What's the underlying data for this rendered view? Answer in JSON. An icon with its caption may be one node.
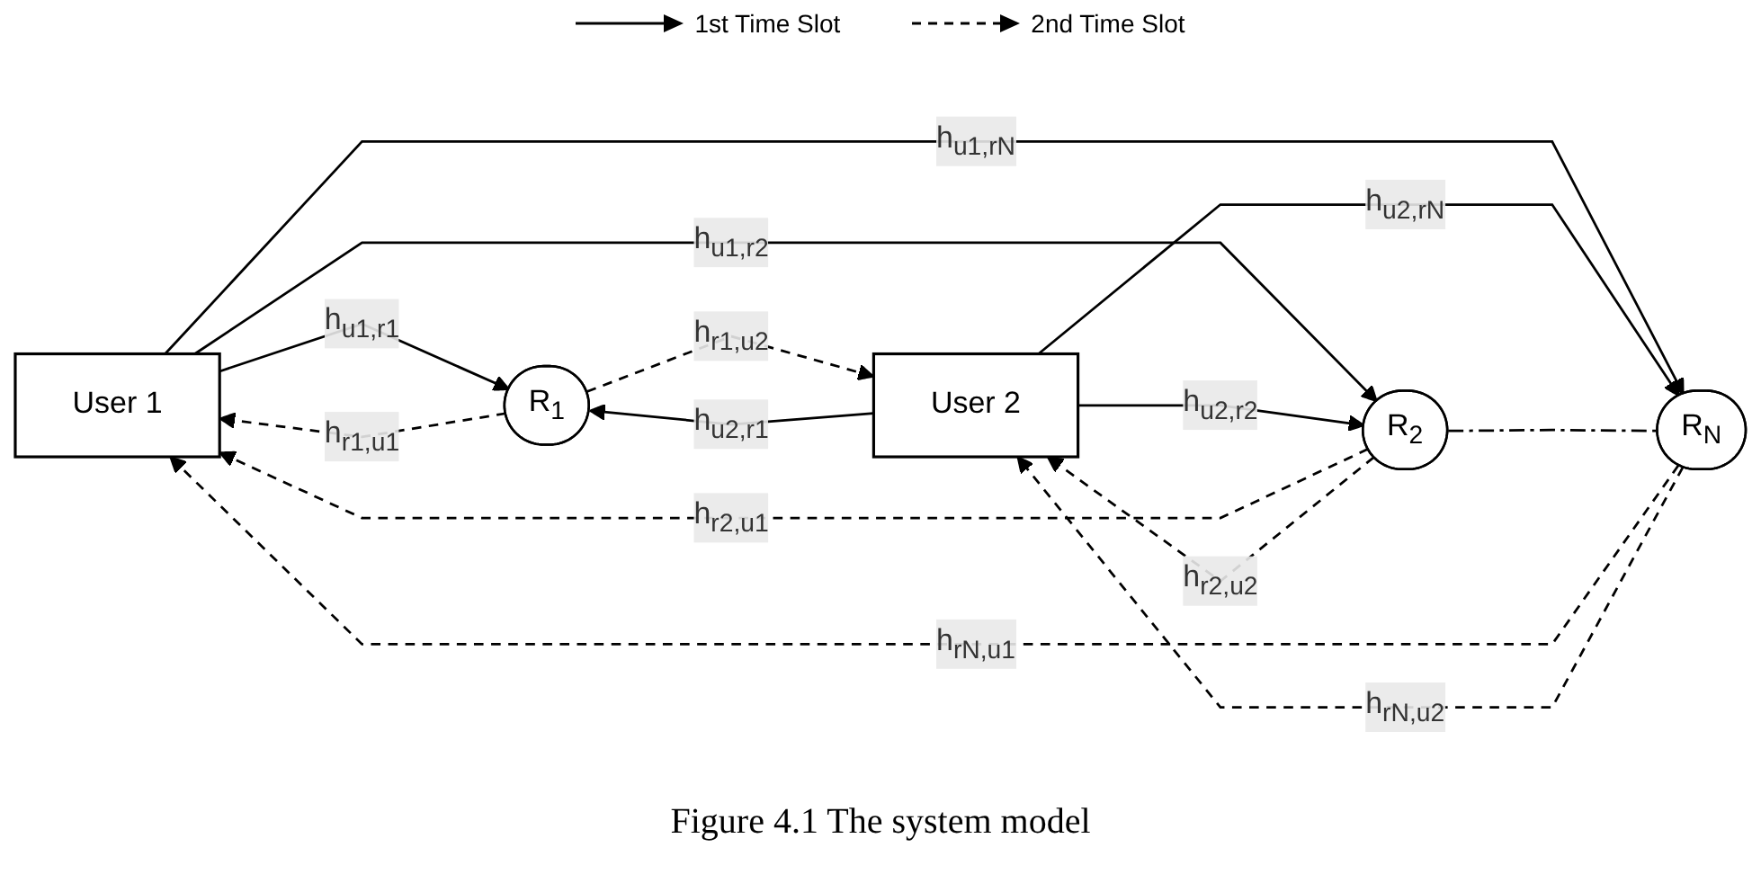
{
  "diagram": {
    "caption": "Figure 4.1 The system model",
    "nodes": [
      {
        "text": [
          "User 1"
        ]
      },
      {
        "text": [
          "R$_{1}$"
        ]
      },
      {
        "text": [
          "R$_{2}$"
        ]
      },
      {
        "text": [
          "R$_{N}$"
        ]
      },
      {
        "text": [
          "User 2"
        ]
      }
    ],
    "edges": [
      {
        "from": 0,
        "to": 1,
        "arrow": "to",
        "label": "h$_{u1,r1}$"
      },
      {
        "from": 1,
        "to": 0,
        "arrow": "to",
        "label": "h$_{r1,u1}$",
        "style": "dashed"
      },
      {
        "from": 4,
        "to": 1,
        "arrow": "to",
        "label": "h$_{u2,r1}$"
      },
      {
        "from": 1,
        "to": 4,
        "arrow": "to",
        "label": "h$_{r1,u2}$",
        "style": "dashed"
      },
      {
        "from": 0,
        "to": 2,
        "arrow": "to",
        "label": "h$_{u1,r2}$"
      },
      {
        "from": 2,
        "to": 0,
        "arrow": "to",
        "label": "h$_{r2,u1}$",
        "style": "dashed"
      },
      {
        "from": 4,
        "to": 2,
        "arrow": "to",
        "label": "h$_{u2,r2}$"
      },
      {
        "from": 2,
        "to": 4,
        "arrow": "to",
        "label": "h$_{r2,u2}$",
        "style": "dashed"
      },
      {
        "from": 0,
        "to": 3,
        "arrow": "to",
        "label": "h$_{u1,rN}$"
      },
      {
        "from": 3,
        "to": 0,
        "arrow": "to",
        "label": "h$_{rN,u1}$",
        "style": "dashed"
      },
      {
        "from": 4,
        "to": 3,
        "arrow": "to",
        "label": "h$_{u2,rN}$"
      },
      {
        "from": 3,
        "to": 4,
        "arrow": "to",
        "label": "h$_{rN,u2}$",
        "style": "dashed"
      },
      {
        "from": 2,
        "to": 3,
        "arrow": "none",
        "style": "dashed"
      }
    ],
    "legend": [
      {
        "text": "1st Time Slot"
      },
      {
        "text": "2nd Time Slot"
      }
    ]
  }
}
